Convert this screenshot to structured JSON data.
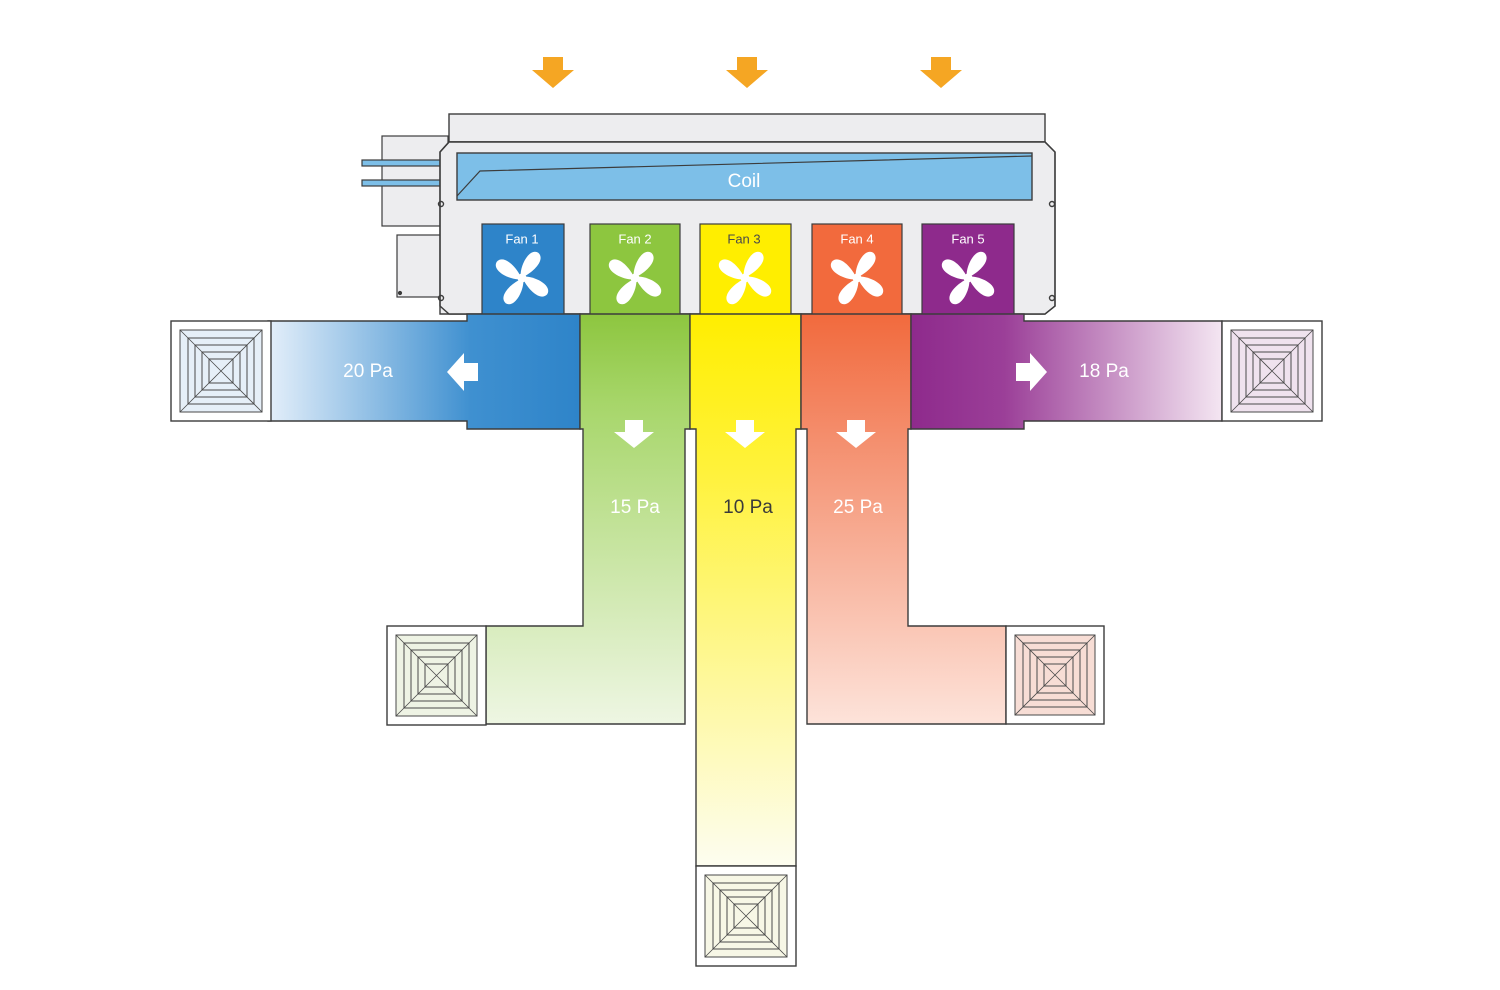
{
  "unit": {
    "coil_label": "Coil",
    "inflow_arrow_color": "#F5A623",
    "body_fill": "#EDEDEF",
    "outline_color": "#3C3C3C",
    "coil_color": "#7DBFE8"
  },
  "fans": [
    {
      "label": "Fan 1",
      "pressure": "20 Pa",
      "color": "#2E84C9",
      "direction": "left"
    },
    {
      "label": "Fan 2",
      "pressure": "15 Pa",
      "color": "#8DC63F",
      "direction": "down"
    },
    {
      "label": "Fan 3",
      "pressure": "10 Pa",
      "color": "#FFEE00",
      "direction": "down"
    },
    {
      "label": "Fan 4",
      "pressure": "25 Pa",
      "color": "#F26A3D",
      "direction": "down"
    },
    {
      "label": "Fan 5",
      "pressure": "18 Pa",
      "color": "#8E2A8C",
      "direction": "right"
    }
  ],
  "icons": {
    "fan": "fan-icon",
    "diffuser": "diffuser-icon",
    "airflow_arrow": "arrow-icon",
    "inflow_arrow": "down-arrow-icon"
  }
}
